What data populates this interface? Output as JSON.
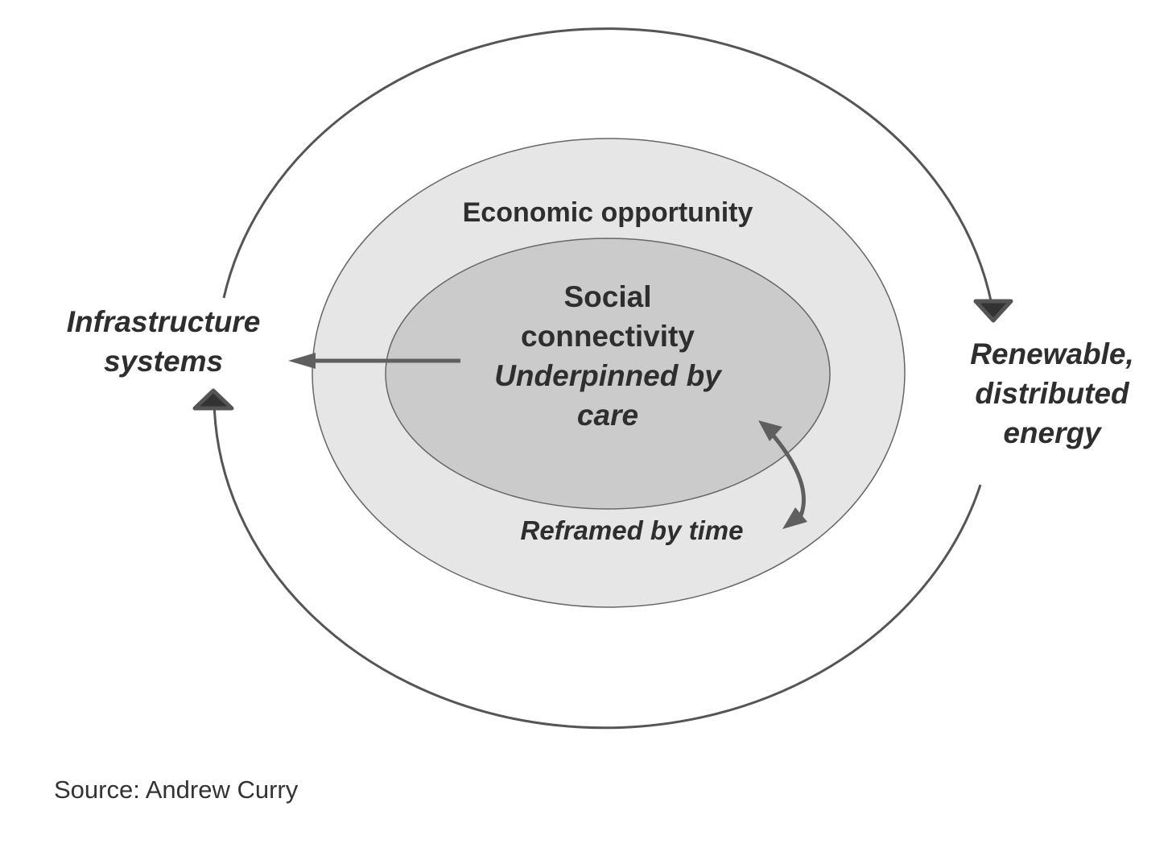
{
  "diagram": {
    "outer_ring": {
      "left_label": [
        "Infrastructure",
        "systems"
      ],
      "right_label": [
        "Renewable,",
        "distributed",
        "energy"
      ]
    },
    "middle_ellipse": {
      "label": "Economic opportunity",
      "fill": "#e6e6e6"
    },
    "inner_ellipse": {
      "lines": [
        "Social",
        "connectivity",
        "Underpinned by",
        "care"
      ],
      "fill": "#cbcbcb"
    },
    "reframe_label": "Reframed by time",
    "source": "Source: Andrew Curry",
    "colors": {
      "stroke": "#555555",
      "arrow": "#5f5f5f",
      "arrowhead_dark": "#333333",
      "text": "#2e2e2e"
    }
  }
}
